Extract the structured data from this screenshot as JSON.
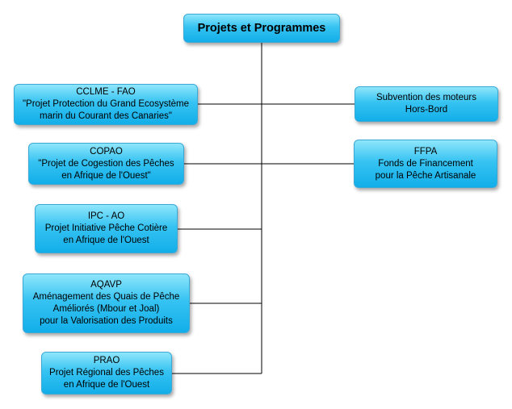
{
  "root": {
    "title": "Projets et Programmes"
  },
  "nodes": {
    "cclme": {
      "lines": [
        "CCLME - FAO",
        "\"Projet Protection du Grand Ecosystème",
        "marin du Courant des Canaries\""
      ]
    },
    "copao": {
      "lines": [
        "COPAO",
        "\"Projet de Cogestion des Pêches",
        "en Afrique de l'Ouest\""
      ]
    },
    "ipc": {
      "lines": [
        "IPC - AO",
        "Projet Initiative Pêche Cotière",
        "en Afrique de l'Ouest"
      ]
    },
    "aqavp": {
      "lines": [
        "AQAVP",
        "Aménagement des Quais de Pêche",
        "Améliorés (Mbour et Joal)",
        "pour la Valorisation des Produits"
      ]
    },
    "prao": {
      "lines": [
        "PRAO",
        "Projet Régional des Pêches",
        "en Afrique de l'Ouest"
      ]
    },
    "subvention": {
      "lines": [
        "Subvention des moteurs",
        "Hors-Bord"
      ]
    },
    "ffpa": {
      "lines": [
        "FFPA",
        "Fonds de Financement",
        "pour la Pêche Artisanale"
      ]
    }
  },
  "colors": {
    "node_top": "#8fe6fb",
    "node_bottom": "#12aee9",
    "node_border": "#3aa9d8",
    "connector": "#000000"
  }
}
